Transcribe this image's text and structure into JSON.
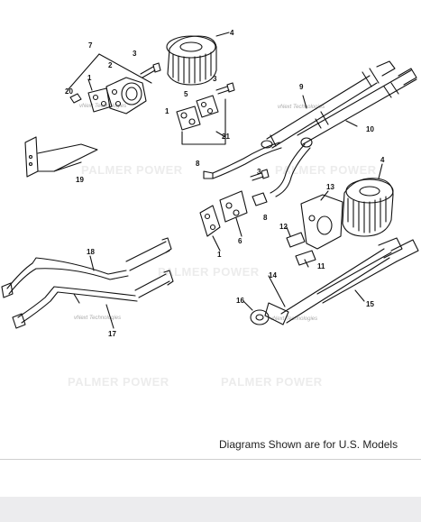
{
  "caption": "Diagrams Shown are for U.S. Models",
  "watermarks": {
    "brand": "PALMER POWER",
    "stamp": "vNext Technologies"
  },
  "callouts": [
    "1",
    "2",
    "3",
    "4",
    "5",
    "6",
    "7",
    "8",
    "9",
    "10",
    "11",
    "12",
    "13",
    "14",
    "15",
    "16",
    "17",
    "18",
    "19",
    "20",
    "21"
  ]
}
